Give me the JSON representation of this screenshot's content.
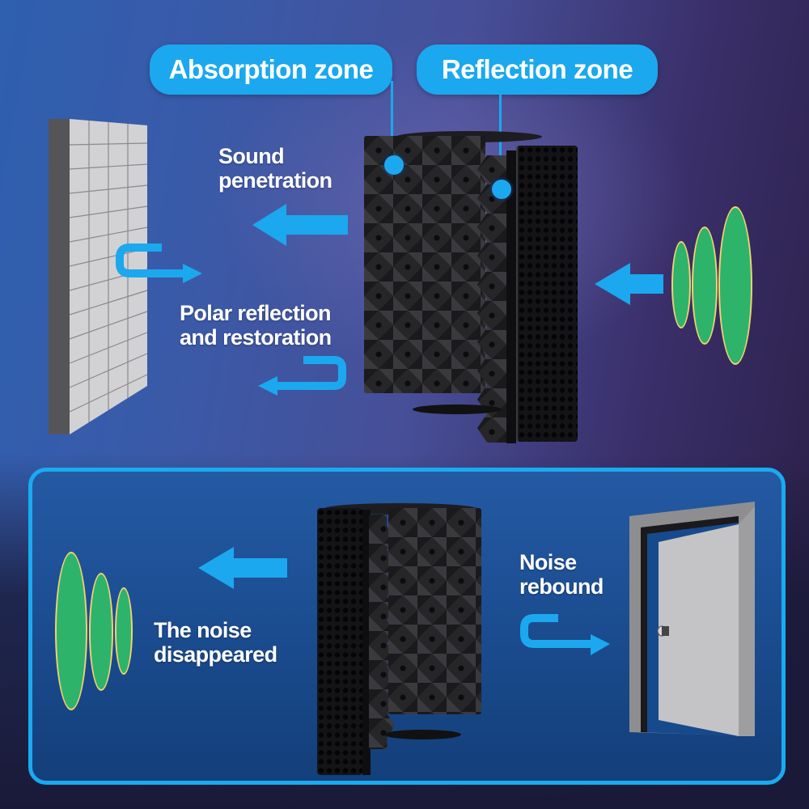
{
  "top_diagram": {
    "callouts": [
      {
        "id": "absorption",
        "label": "Absorption zone"
      },
      {
        "id": "reflection",
        "label": "Reflection zone"
      }
    ],
    "labels": {
      "sound_penetration": [
        "Sound",
        "penetration"
      ],
      "polar_reflection": [
        "Polar reflection",
        "and restoration"
      ]
    },
    "objects": {
      "wall": "tiled-wall",
      "shield": "microphone-isolation-shield",
      "sound_waves": "sound-waves-incoming"
    }
  },
  "bottom_panel": {
    "labels": {
      "noise_disappeared": [
        "The noise",
        "disappeared"
      ],
      "noise_rebound": [
        "Noise",
        "rebound"
      ]
    },
    "objects": {
      "shield": "microphone-isolation-shield-rear",
      "door": "open-door",
      "sound_waves": "sound-waves-fading"
    }
  },
  "colors": {
    "accent_blue": "#1ba8ee",
    "wave_green": "#2eb36a",
    "wave_outline": "#f2d272",
    "panel_border": "#1aaaf0",
    "panel_fill": "#1d4f94",
    "bg_left": "#2f5fb0",
    "bg_right": "#2a1f45"
  }
}
